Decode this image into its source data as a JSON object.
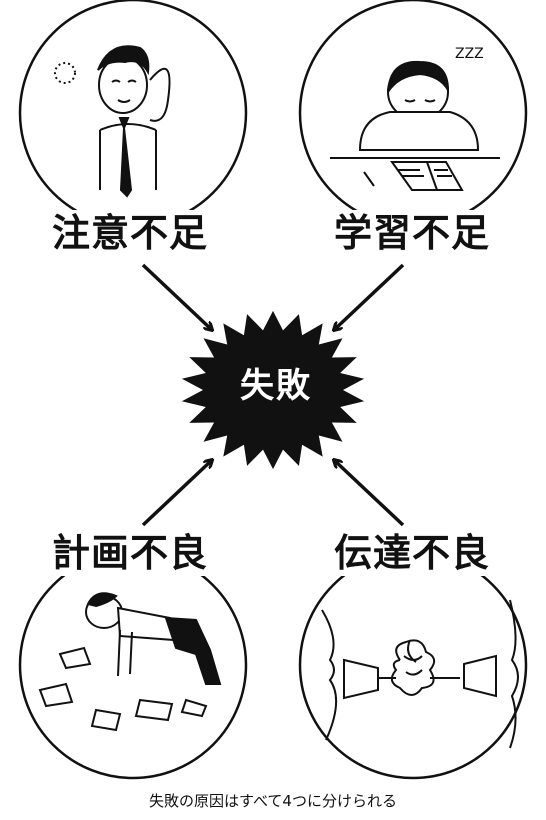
{
  "center": {
    "label": "失敗"
  },
  "causes": {
    "top_left": {
      "label": "注意不足"
    },
    "top_right": {
      "label": "学習不足"
    },
    "bottom_left": {
      "label": "計画不良"
    },
    "bottom_right": {
      "label": "伝達不良"
    }
  },
  "caption": "失敗の原因はすべて4つに分けられる",
  "sleep_text": "ZZZ"
}
